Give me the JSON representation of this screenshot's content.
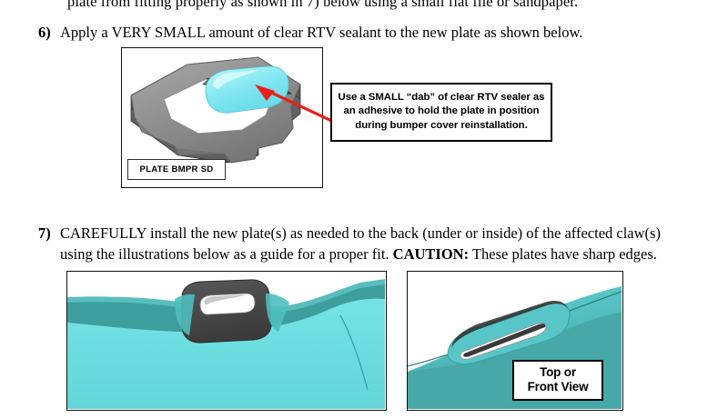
{
  "document": {
    "clipped_top_line": "plate from fitting properly as shown in 7) below using a small flat file or sandpaper.",
    "steps": [
      {
        "number": "6)",
        "text": "Apply a VERY SMALL amount of clear RTV sealant to the new plate as shown below."
      },
      {
        "number": "7)",
        "text_part1": "CAREFULLY install the new plate(s) as needed to the back (under or inside) of the affected claw(s) using the illustrations below as a guide for a proper fit. ",
        "caution_label": "CAUTION:",
        "text_part2": "  These plates have sharp edges."
      }
    ]
  },
  "figures": {
    "sealant": {
      "part_label": "PLATE BMPR SD",
      "callout": {
        "line1": "Use a SMALL “dab” of clear RTV sealer as",
        "line2": "an adhesive to hold the plate in position",
        "line3": "during bumper cover reinstallation."
      },
      "arrow_color": "#E8201C",
      "plate_color": "#8C8C8C",
      "plate_dark_color": "#4A4A4A",
      "sealant_color": "#8BECF3"
    },
    "installed_left": {
      "bumper_light_color": "#6CDEE0",
      "bumper_dark_color": "#3D9E9E",
      "claw_plate_color": "#4A4A4A"
    },
    "installed_right": {
      "view_label_line1": "Top or",
      "view_label_line2": "Front View",
      "bumper_light_color": "#63D6D8",
      "bumper_dark_color": "#47A8A8",
      "slot_color": "#3A3A3A"
    }
  }
}
